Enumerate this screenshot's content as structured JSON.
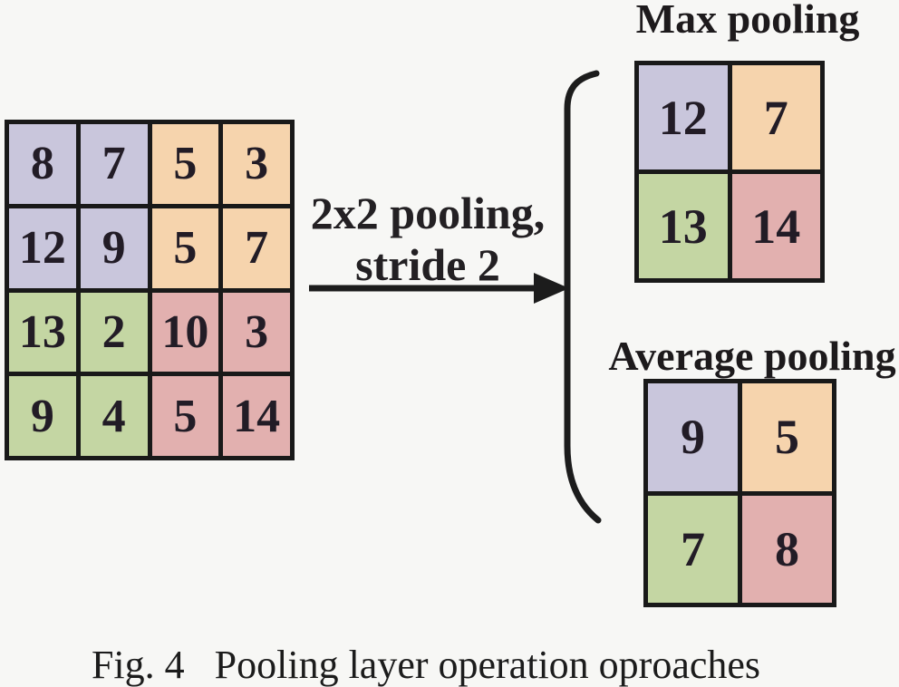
{
  "colors": {
    "lavender": "#c9c6dc",
    "peach": "#f6d4ad",
    "green": "#c4d6a3",
    "rose": "#e2b0af",
    "grid_line": "#191919",
    "ink": "#221c26",
    "background": "#f7f7f5"
  },
  "arrow_label": {
    "line1": "2x2 pooling,",
    "line2": "stride 2"
  },
  "input_grid": {
    "cells": [
      {
        "value": "8",
        "color": "#c9c6dc"
      },
      {
        "value": "7",
        "color": "#c9c6dc"
      },
      {
        "value": "5",
        "color": "#f6d4ad"
      },
      {
        "value": "3",
        "color": "#f6d4ad"
      },
      {
        "value": "12",
        "color": "#c9c6dc"
      },
      {
        "value": "9",
        "color": "#c9c6dc"
      },
      {
        "value": "5",
        "color": "#f6d4ad"
      },
      {
        "value": "7",
        "color": "#f6d4ad"
      },
      {
        "value": "13",
        "color": "#c4d6a3"
      },
      {
        "value": "2",
        "color": "#c4d6a3"
      },
      {
        "value": "10",
        "color": "#e2b0af"
      },
      {
        "value": "3",
        "color": "#e2b0af"
      },
      {
        "value": "9",
        "color": "#c4d6a3"
      },
      {
        "value": "4",
        "color": "#c4d6a3"
      },
      {
        "value": "5",
        "color": "#e2b0af"
      },
      {
        "value": "14",
        "color": "#e2b0af"
      }
    ]
  },
  "max_pooling": {
    "title": "Max pooling",
    "cells": [
      {
        "value": "12",
        "color": "#c9c6dc"
      },
      {
        "value": "7",
        "color": "#f6d4ad"
      },
      {
        "value": "13",
        "color": "#c4d6a3"
      },
      {
        "value": "14",
        "color": "#e2b0af"
      }
    ]
  },
  "average_pooling": {
    "title": "Average pooling",
    "cells": [
      {
        "value": "9",
        "color": "#c9c6dc"
      },
      {
        "value": "5",
        "color": "#f6d4ad"
      },
      {
        "value": "7",
        "color": "#c4d6a3"
      },
      {
        "value": "8",
        "color": "#e2b0af"
      }
    ]
  },
  "caption": "Fig. 4   Pooling layer operation oproaches"
}
